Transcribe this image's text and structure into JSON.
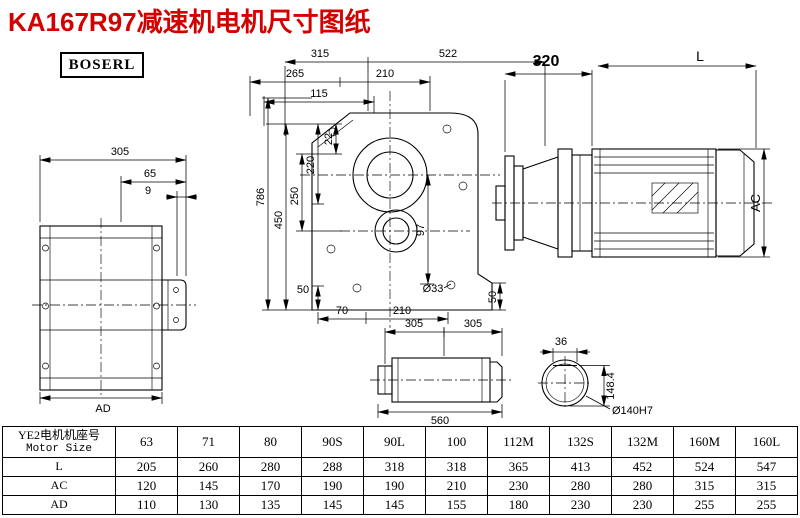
{
  "title": "KA167R97减速机电机尺寸图纸",
  "brand": "BOSERL",
  "dims": {
    "side": {
      "w305": "305",
      "w65": "65",
      "w9": "9",
      "ad": "AD"
    },
    "front": {
      "t315": "315",
      "t522": "522",
      "t265": "265",
      "t210": "210",
      "t115": "115",
      "l22": "22",
      "l220": "220",
      "l250": "250",
      "l450": "450",
      "l786": "786",
      "r97": "97",
      "b50l": "50",
      "b50r": "50",
      "b70": "70",
      "b210": "210",
      "d33": "Ø33"
    },
    "motor": {
      "a320": "320",
      "L": "L",
      "AC": "AC"
    },
    "shaft": {
      "s305a": "305",
      "s305b": "305",
      "s560": "560",
      "k36": "36",
      "h148": "148.4",
      "d140": "Ø140H7"
    }
  },
  "table": {
    "header_cn": "YE2电机机座号",
    "header_en": "Motor Size",
    "sizes": [
      "63",
      "71",
      "80",
      "90S",
      "90L",
      "100",
      "112M",
      "132S",
      "132M",
      "160M",
      "160L"
    ],
    "rows": [
      {
        "label": "L",
        "values": [
          "205",
          "260",
          "280",
          "288",
          "318",
          "318",
          "365",
          "413",
          "452",
          "524",
          "547"
        ]
      },
      {
        "label": "AC",
        "values": [
          "120",
          "145",
          "170",
          "190",
          "190",
          "210",
          "230",
          "280",
          "280",
          "315",
          "315"
        ]
      },
      {
        "label": "AD",
        "values": [
          "110",
          "130",
          "135",
          "145",
          "145",
          "155",
          "180",
          "230",
          "230",
          "255",
          "255"
        ]
      }
    ]
  }
}
